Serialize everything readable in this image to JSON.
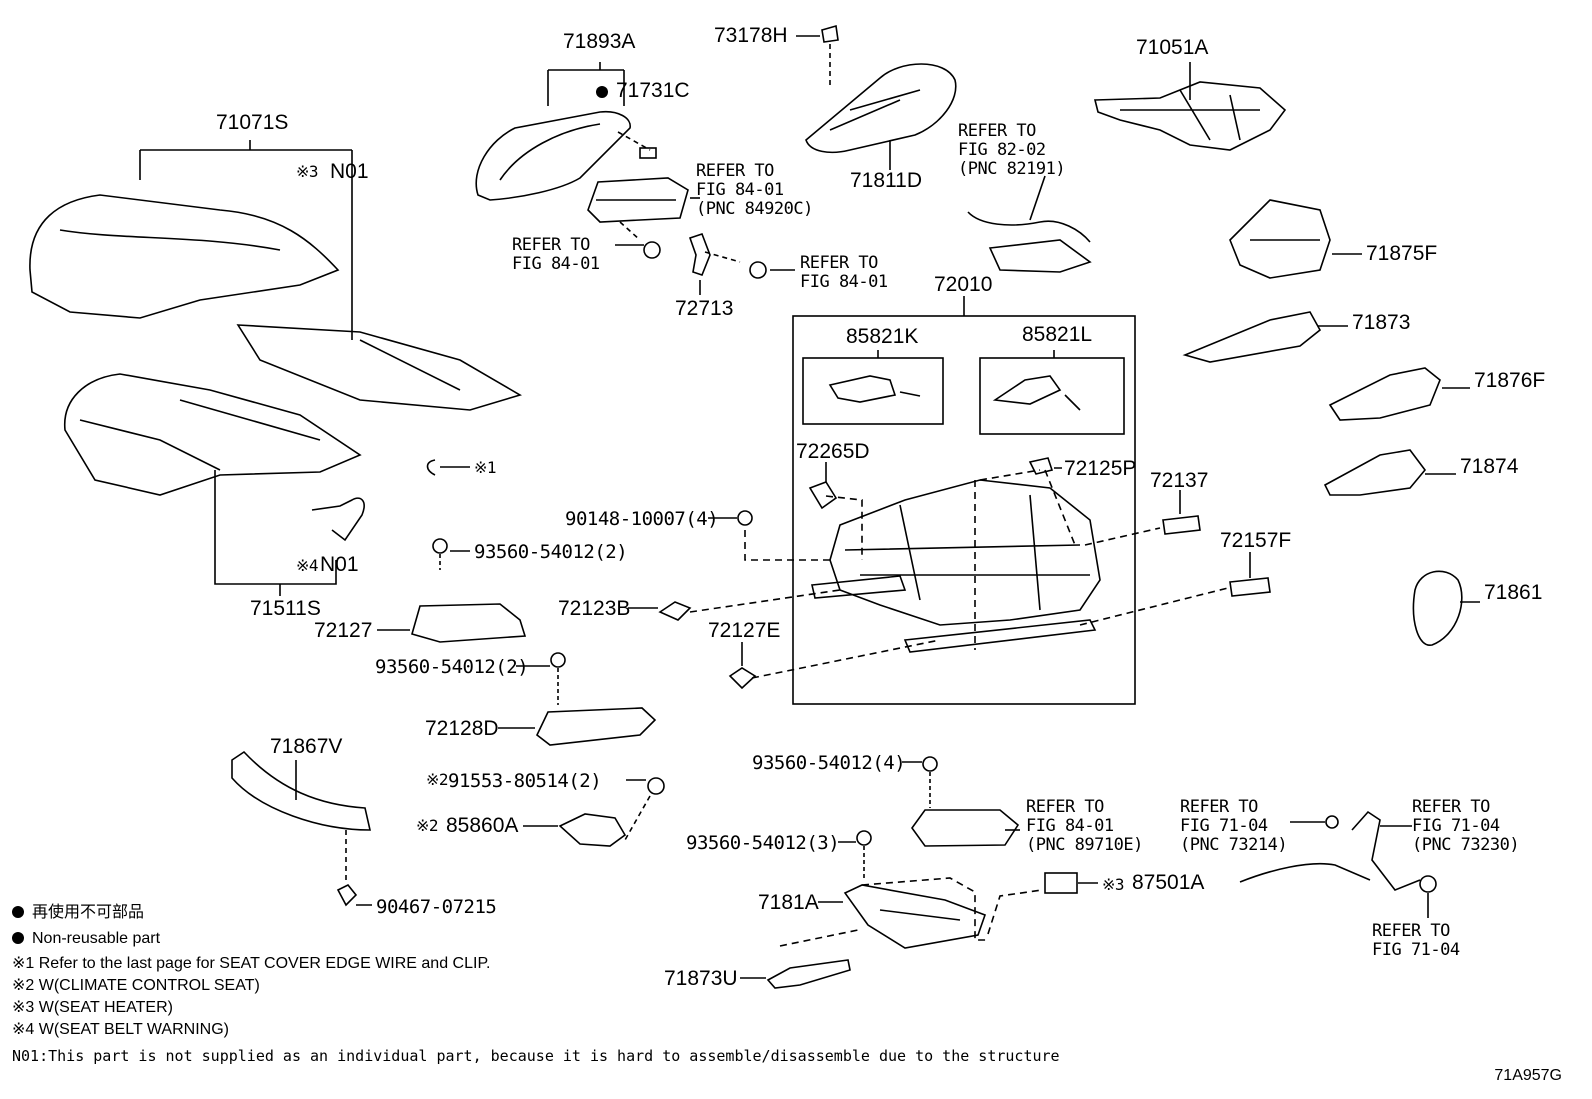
{
  "parts": {
    "p71893A": "71893A",
    "p71731C": "71731C",
    "p73178H": "73178H",
    "p71811D": "71811D",
    "p71051A": "71051A",
    "p71071S": "71071S",
    "p71875F": "71875F",
    "p71873": "71873",
    "p71876F": "71876F",
    "p71874": "71874",
    "p71861": "71861",
    "p72713": "72713",
    "p72010": "72010",
    "p85821K": "85821K",
    "p85821L": "85821L",
    "p72265D": "72265D",
    "p72125P": "72125P",
    "p72137": "72137",
    "p72157F": "72157F",
    "p72123B": "72123B",
    "p72127E": "72127E",
    "p90148": "90148-10007(4)",
    "p93560a": "93560-54012(2)",
    "p93560b": "93560-54012(2)",
    "p93560c": "93560-54012(4)",
    "p93560d": "93560-54012(3)",
    "p71511S": "71511S",
    "p72127": "72127",
    "p72128D": "72128D",
    "p71867V": "71867V",
    "p91553": "91553-80514(2)",
    "p85860A": "85860A",
    "p90467": "90467-07215",
    "p7181A": "7181A",
    "p71873U": "71873U",
    "p87501A": "87501A",
    "n01_top": "N01",
    "n01_bot": "N01",
    "mark1": "※1",
    "mark2a": "※2",
    "mark2b": "※2",
    "mark3a": "※3",
    "mark3b": "※3",
    "mark4": "※4"
  },
  "refs": {
    "r1": "REFER TO\nFIG 84-01\n(PNC 84920C)",
    "r2": "REFER TO\nFIG 84-01",
    "r3": "REFER TO\nFIG 84-01",
    "r4": "REFER TO\nFIG 82-02\n(PNC 82191)",
    "r5": "REFER TO\nFIG 84-01\n(PNC 89710E)",
    "r6": "REFER TO\nFIG 71-04\n(PNC 73214)",
    "r7": "REFER TO\nFIG 71-04\n(PNC 73230)",
    "r8": "REFER TO\nFIG 71-04"
  },
  "legend": {
    "jp": "再使用不可部品",
    "en": "Non-reusable part",
    "note1": "※1 Refer to the last page for SEAT COVER EDGE WIRE and CLIP.",
    "note2": "※2 W(CLIMATE CONTROL SEAT)",
    "note3": "※3 W(SEAT HEATER)",
    "note4": "※4 W(SEAT BELT WARNING)",
    "n01": "N01:This part is not supplied as an individual part, because it is hard to assemble/disassemble due to the structure"
  },
  "figure_code": "71A957G"
}
